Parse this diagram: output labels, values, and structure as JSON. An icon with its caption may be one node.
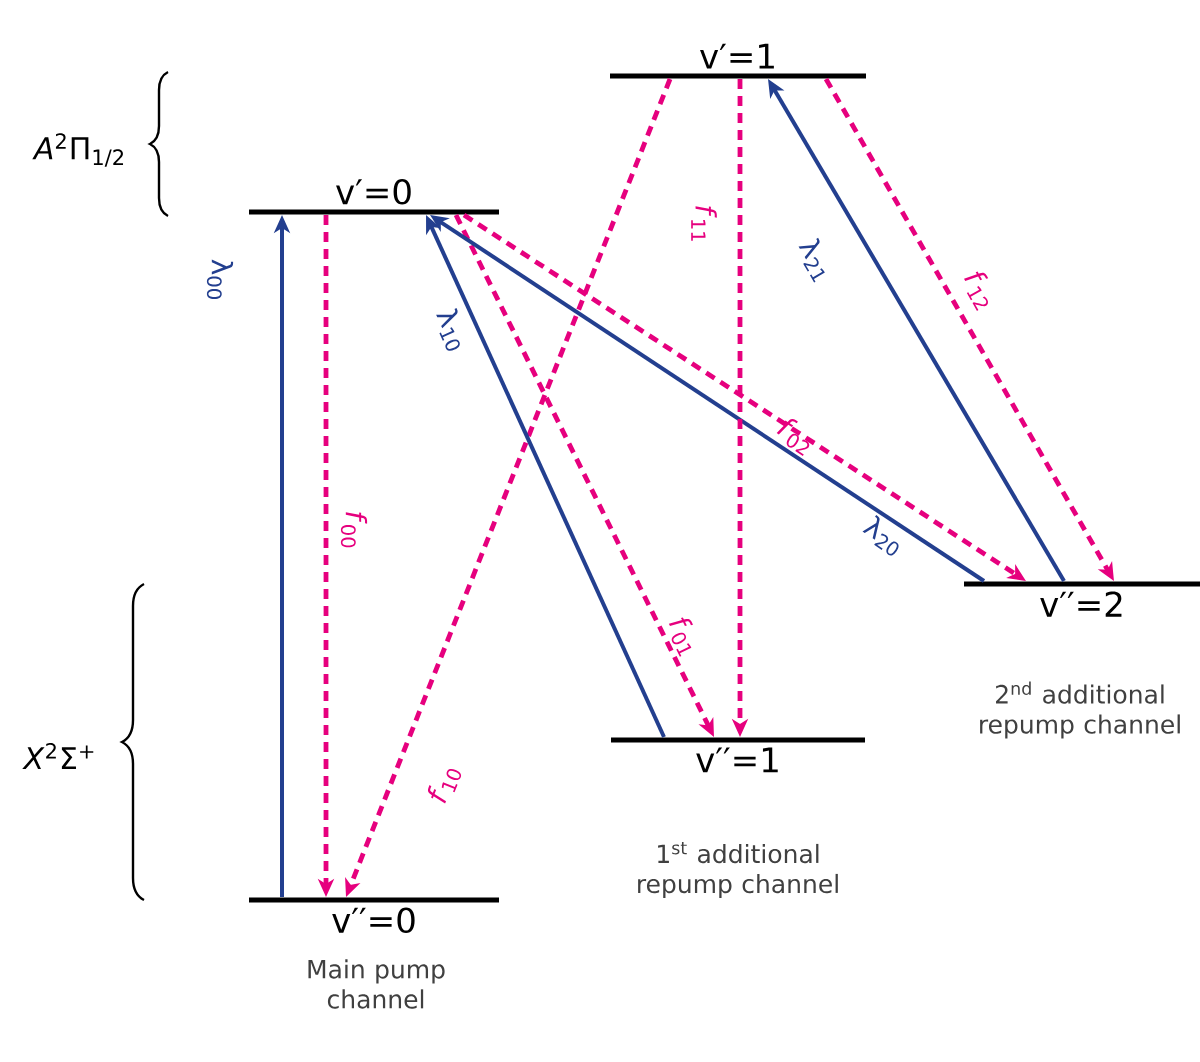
{
  "diagram": {
    "nodes": [
      {
        "text": [
          "v′=1"
        ]
      },
      {
        "text": [
          "v′=0"
        ]
      },
      {
        "text": [
          "v′′=2"
        ],
        "beside": [
          "2$^{nd}$ additional repump channel"
        ]
      },
      {
        "text": [
          "v′′=1"
        ],
        "beside": [
          "1$^{st}$ additional repump channel"
        ]
      },
      {
        "text": [
          "v′′=0"
        ],
        "beside": [
          "Main pump channel"
        ]
      }
    ],
    "edges": [
      {
        "from": 4,
        "to": 1,
        "arrow": "to",
        "label": "λ$_{00}$",
        "color": "#233f8f"
      },
      {
        "from": 1,
        "to": 4,
        "arrow": "to",
        "label": "*f*$_{00}$",
        "style": "dashed"
      },
      {
        "from": 0,
        "to": 4,
        "arrow": "to",
        "label": "*f*$_{10}$",
        "style": "dashed"
      },
      {
        "from": 3,
        "to": 1,
        "arrow": "to",
        "label": "λ$_{10}$",
        "color": "#233f8f"
      },
      {
        "from": 1,
        "to": 3,
        "arrow": "to",
        "label": "*f*$_{01}$",
        "style": "dashed"
      },
      {
        "from": 2,
        "to": 1,
        "arrow": "to",
        "label": "λ$_{20}$",
        "color": "#233f8f"
      },
      {
        "from": 1,
        "to": 2,
        "arrow": "to",
        "label": "*f*$_{02}$",
        "style": "dashed"
      },
      {
        "from": 0,
        "to": 3,
        "arrow": "to",
        "label": "*f*$_{11}$",
        "style": "dashed"
      },
      {
        "from": 2,
        "to": 0,
        "arrow": "to",
        "label": "λ$_{21}$",
        "color": "#233f8f"
      },
      {
        "from": 0,
        "to": 2,
        "arrow": "to",
        "label": "*f*$_{12}$",
        "style": "dashed"
      }
    ],
    "labels": [
      "*A*$^{2}$Π$_{1/2}$",
      "*X*$^{2}$Σ$^{+}$"
    ]
  }
}
